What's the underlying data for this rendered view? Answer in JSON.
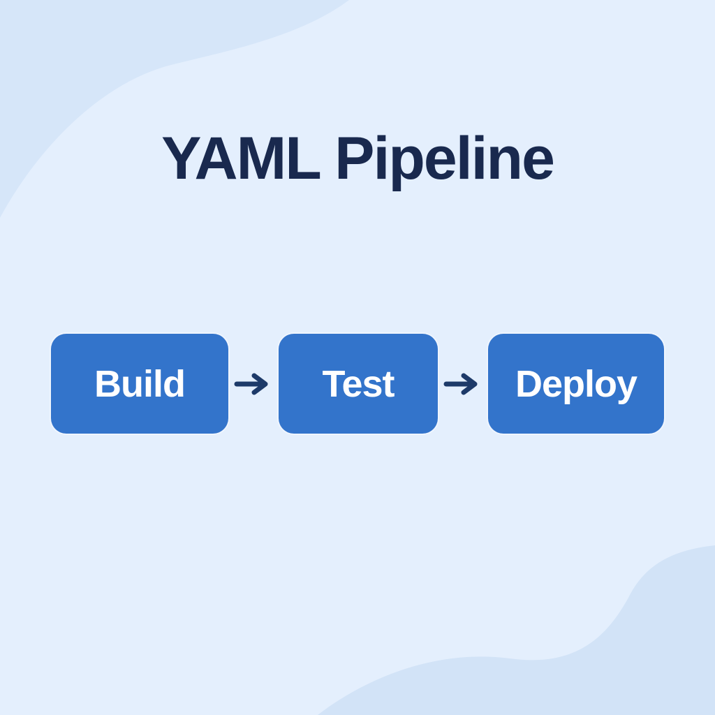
{
  "title": "YAML Pipeline",
  "pipeline": {
    "stages": [
      {
        "label": "Build"
      },
      {
        "label": "Test"
      },
      {
        "label": "Deploy"
      }
    ],
    "connector_icon": "arrow-right-icon",
    "connector_count": 2
  },
  "colors": {
    "background_light": "#e4effd",
    "background_corner_dark": "#d6e6f9",
    "background_wave_dark": "#d2e3f7",
    "stage_box_fill": "#3374cb",
    "stage_label_text": "#ffffff",
    "title_text": "#19294e",
    "arrow": "#1d3a69"
  }
}
